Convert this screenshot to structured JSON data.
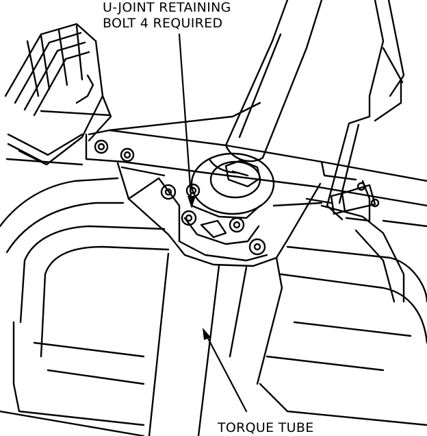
{
  "labels": {
    "ujoint_line1": "U-JOINT RETAINING",
    "ujoint_line2": "BOLT 4 REQUIRED",
    "torque_tube": "TORQUE TUBE"
  },
  "colors": {
    "ink": "#000000",
    "paper": "#ffffff"
  }
}
